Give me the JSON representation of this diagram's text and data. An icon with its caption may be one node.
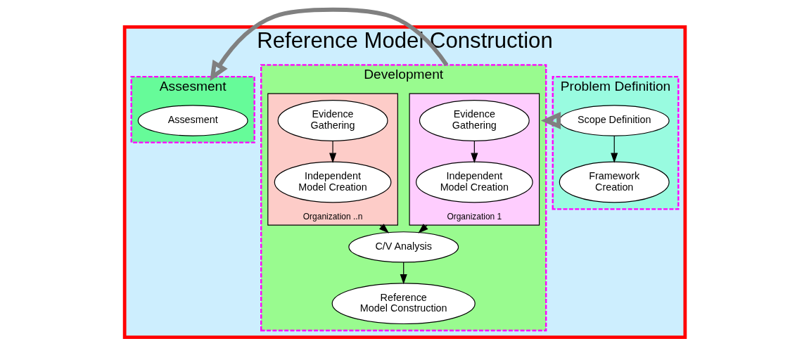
{
  "diagram": {
    "nodes": [
      {
        "text": [
          "Reference Model Construction"
        ]
      },
      {
        "text": [
          "Problem Definition"
        ],
        "in": 0
      },
      {
        "text": [
          "Scope Definition"
        ],
        "in": 1
      },
      {
        "text": [
          "Framework Creation"
        ],
        "in": 1
      },
      {
        "text": [
          "Development"
        ],
        "in": 0
      },
      {
        "text": [
          "Organization 1"
        ],
        "in": 4
      },
      {
        "text": [
          "Evidence Gathering"
        ],
        "in": 5
      },
      {
        "text": [
          "Independent Model Creation"
        ],
        "in": 5
      },
      {
        "text": [
          "Organization ..n"
        ],
        "in": 4
      },
      {
        "text": [
          "Evidence Gathering"
        ],
        "in": 8
      },
      {
        "text": [
          "Independent Model Creation"
        ],
        "in": 8
      },
      {
        "text": [
          "C/V Analysis"
        ],
        "in": 4
      },
      {
        "text": [
          "Reference Model Construction"
        ],
        "in": 4
      },
      {
        "text": [
          "Assesment"
        ],
        "in": 0
      },
      {
        "text": [
          "Assesment"
        ],
        "in": 13
      }
    ],
    "edges": [
      {
        "from": 2,
        "to": 3,
        "arrow": "to"
      },
      {
        "from": 6,
        "to": 7,
        "arrow": "to"
      },
      {
        "from": 9,
        "to": 10,
        "arrow": "to"
      },
      {
        "from": 5,
        "to": 11,
        "arrow": "to"
      },
      {
        "from": 8,
        "to": 11,
        "arrow": "to"
      },
      {
        "from": 11,
        "to": 12,
        "arrow": "to"
      },
      {
        "from": 1,
        "to": 4,
        "arrow": "to",
        "style": "thick",
        "color": "#808080"
      },
      {
        "from": 4,
        "to": 13,
        "arrow": "to",
        "style": "thick",
        "color": "#808080"
      }
    ]
  }
}
